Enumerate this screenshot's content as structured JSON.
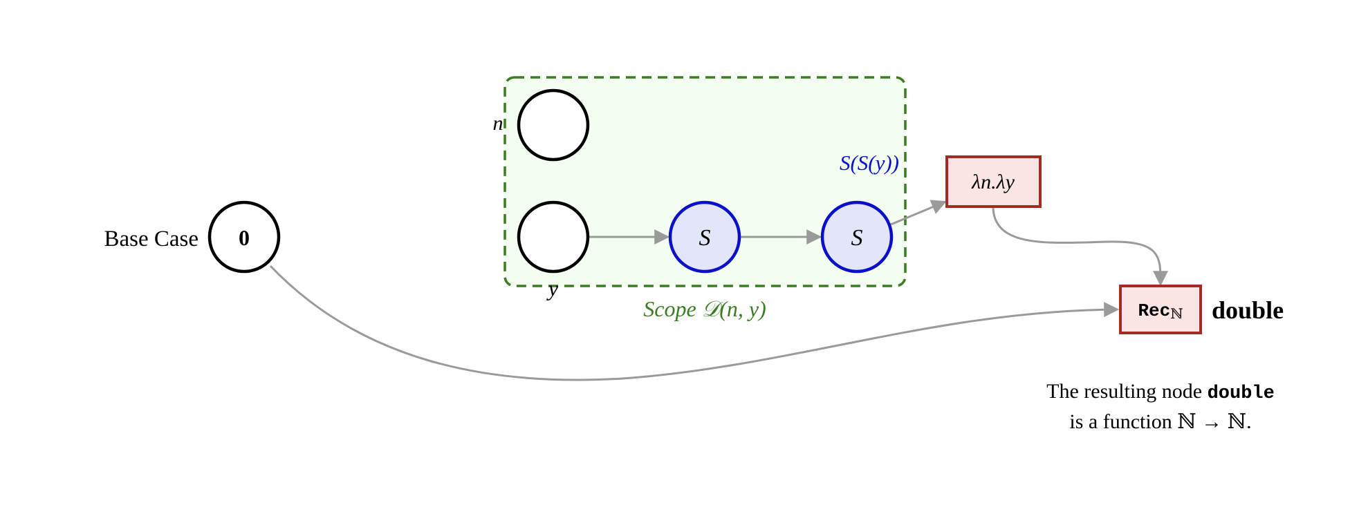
{
  "base_case": {
    "label": "Base Case",
    "node_value": "0"
  },
  "scope": {
    "label": "Scope 𝒟(n, y)",
    "var_n": "n",
    "var_y": "y",
    "result_label": "S(S(y))"
  },
  "successor_nodes": [
    {
      "label": "S"
    },
    {
      "label": "S"
    }
  ],
  "lambda_node": {
    "label": "λn.λy"
  },
  "rec_node": {
    "label": "Rec",
    "subscript": "ℕ",
    "name": "double"
  },
  "caption": {
    "line1_text": "The resulting node ",
    "line1_code": "double",
    "line2": "is a function ℕ → ℕ."
  },
  "colors": {
    "scope_border": "#3a7d22",
    "scope_fill": "#f3fdf0",
    "succ_border": "#0a10c8",
    "succ_fill": "#e3e6f8",
    "box_border": "#a52a22",
    "box_fill": "#fbe4e4",
    "edge": "#9a9a9a"
  }
}
